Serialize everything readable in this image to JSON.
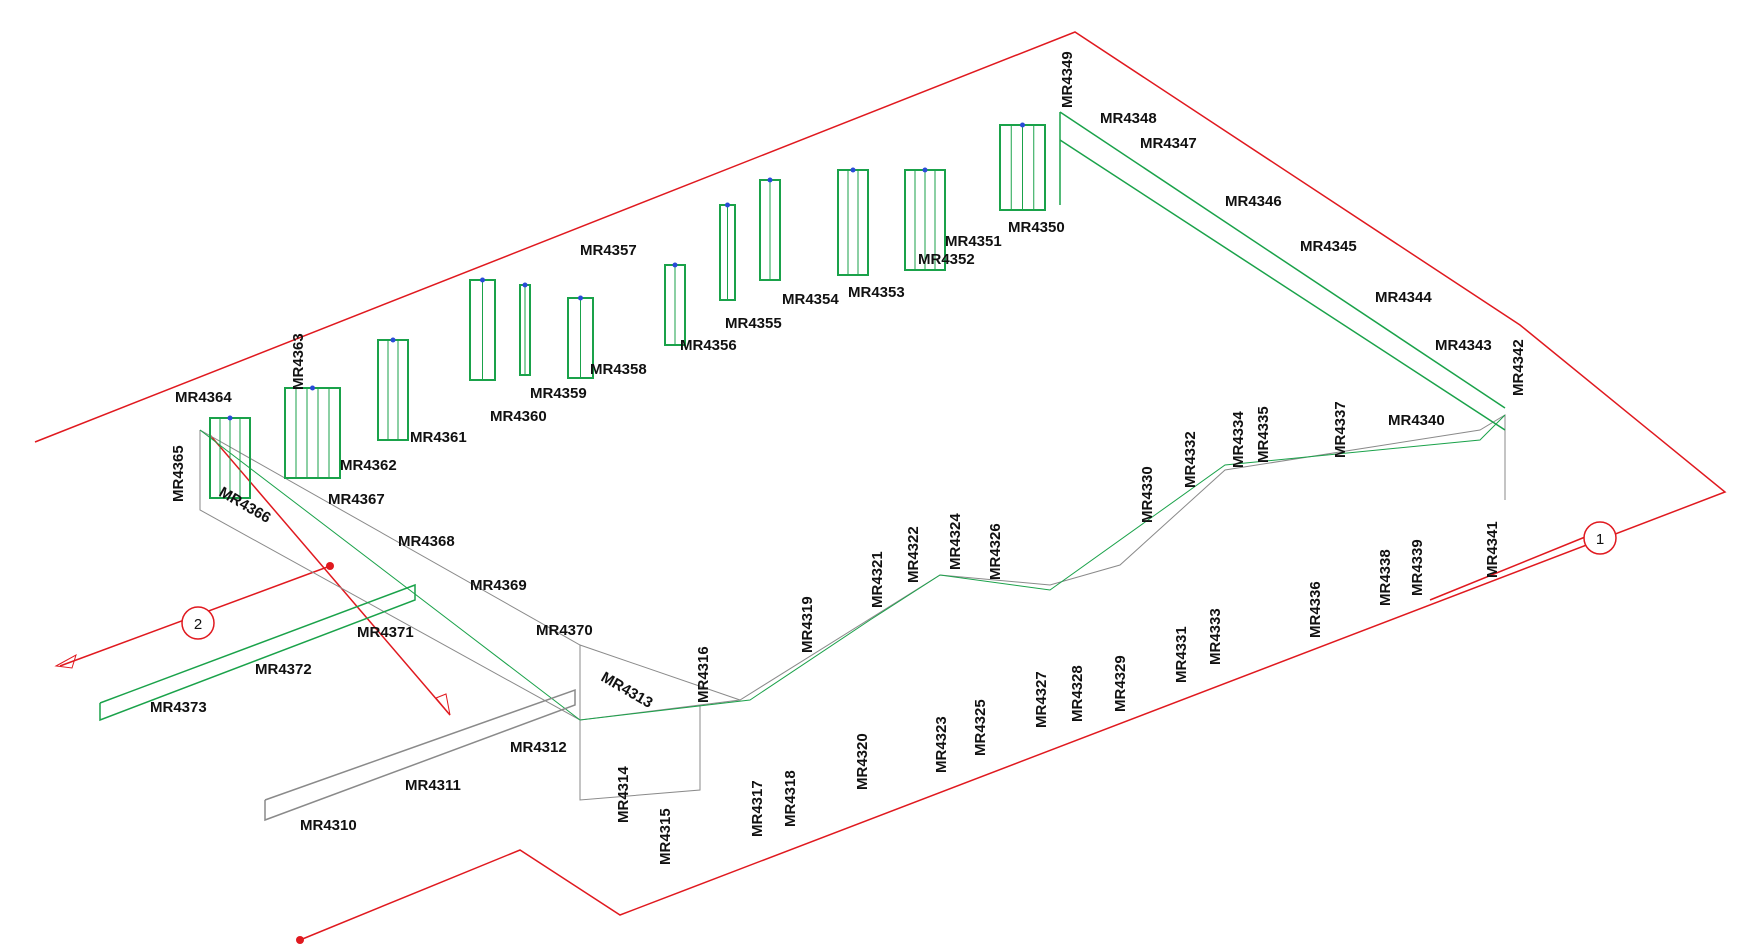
{
  "colors": {
    "boundary": "#e0191f",
    "frame": "#1aa24a",
    "panel": "#8a8a8a",
    "joint": "#2a4bd8",
    "text": "#111111"
  },
  "grid_bubbles": {
    "one": "1",
    "two": "2"
  },
  "labels": [
    "MR4310",
    "MR4311",
    "MR4312",
    "MR4313",
    "MR4314",
    "MR4315",
    "MR4316",
    "MR4317",
    "MR4318",
    "MR4319",
    "MR4320",
    "MR4321",
    "MR4322",
    "MR4323",
    "MR4324",
    "MR4325",
    "MR4326",
    "MR4327",
    "MR4328",
    "MR4329",
    "MR4330",
    "MR4331",
    "MR4332",
    "MR4333",
    "MR4334",
    "MR4335",
    "MR4336",
    "MR4337",
    "MR4338",
    "MR4339",
    "MR4340",
    "MR4341",
    "MR4342",
    "MR4343",
    "MR4344",
    "MR4345",
    "MR4346",
    "MR4347",
    "MR4348",
    "MR4349",
    "MR4350",
    "MR4351",
    "MR4352",
    "MR4353",
    "MR4354",
    "MR4355",
    "MR4356",
    "MR4357",
    "MR4358",
    "MR4359",
    "MR4360",
    "MR4361",
    "MR4362",
    "MR4363",
    "MR4364",
    "MR4365",
    "MR4366",
    "MR4367",
    "MR4368",
    "MR4369",
    "MR4370",
    "MR4371",
    "MR4372",
    "MR4373"
  ]
}
